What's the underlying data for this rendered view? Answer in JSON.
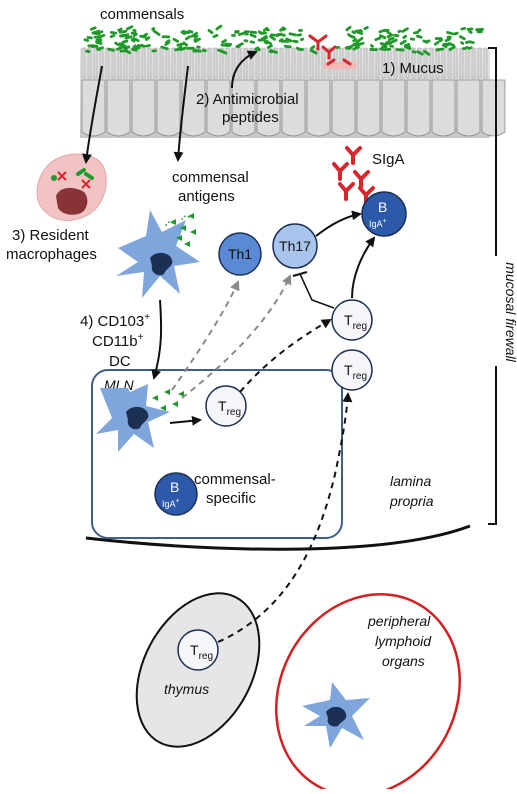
{
  "labels": {
    "commensals": "commensals",
    "mucus": "1) Mucus",
    "amp_line1": "2) Antimicrobial",
    "amp_line2": "peptides",
    "siga": "SIgA",
    "macro_line1": "3) Resident",
    "macro_line2": "macrophages",
    "comm_ag_line1": "commensal",
    "comm_ag_line2": "antigens",
    "dc_line1": "4) CD103",
    "dc_line1_sup": "+",
    "dc_line2": "CD11b",
    "dc_line2_sup": "+",
    "dc_line3": "DC",
    "mln": "MLN",
    "comm_spec_line1": "commensal-",
    "comm_spec_line2": "specific",
    "lamina_line1": "lamina",
    "lamina_line2": "propria",
    "mucosal_firewall": "mucosal firewall",
    "thymus": "thymus",
    "periph_line1": "peripheral",
    "periph_line2": "lymphoid",
    "periph_line3": "organs"
  },
  "cells": {
    "th1": "Th1",
    "th17": "Th17",
    "t_main": "T",
    "t_sub": "reg",
    "b_main": "B",
    "b_sub": "IgA",
    "b_sup": "+"
  },
  "colors": {
    "commensal_green": "#1f9a2a",
    "sIgA_red": "#d9252b",
    "dc_blue": "#7fa6dc",
    "dc_nucleus": "#1c2f55",
    "th_fill": "#5a8ad6",
    "th17_fill": "#a9c4ec",
    "b_fill": "#2c59a8",
    "mln_border": "#3e5f8a",
    "periph_border": "#d31f1f",
    "thymus_fill": "#e6e6e6",
    "macro_body": "#f2c3c3",
    "macro_nucleus": "#8a3336"
  }
}
